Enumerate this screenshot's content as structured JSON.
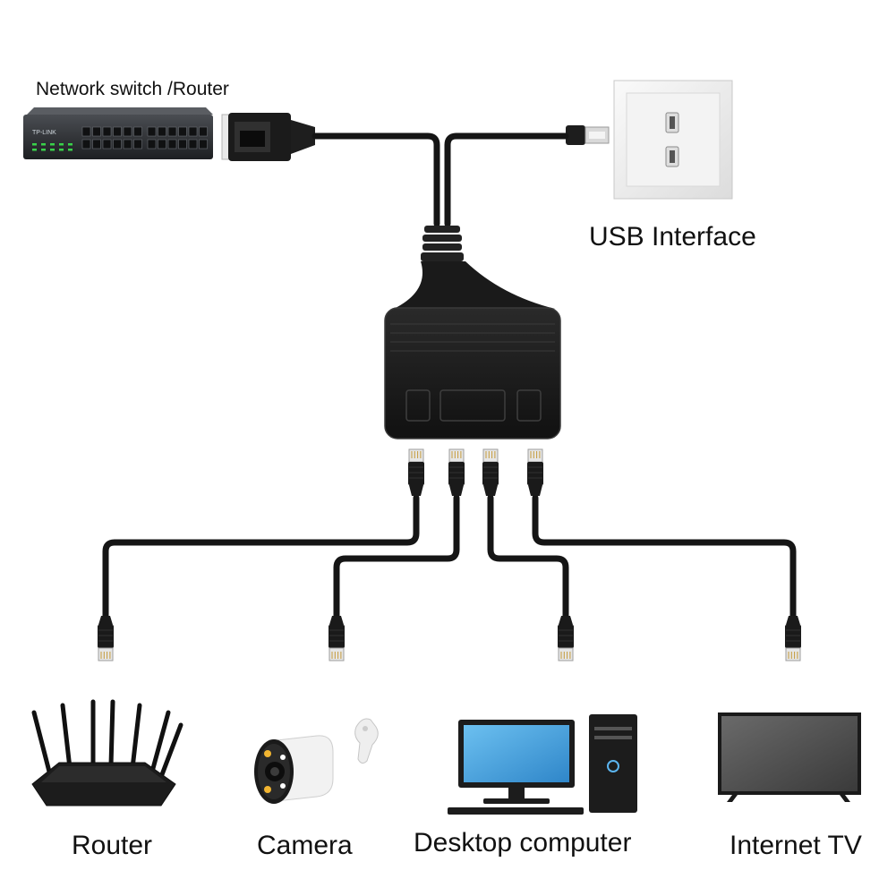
{
  "labels": {
    "network_switch": "Network switch /Router",
    "usb_interface": "USB Interface",
    "router": "Router",
    "camera": "Camera",
    "desktop": "Desktop computer",
    "tv": "Internet TV"
  },
  "switch_brand": "TP-LINK",
  "icons": {
    "switch": "network-switch-icon",
    "usb_socket": "usb-wall-socket-icon",
    "splitter": "ethernet-splitter-icon",
    "router": "wifi-router-icon",
    "camera": "security-camera-icon",
    "desktop": "desktop-computer-icon",
    "tv": "internet-tv-icon"
  },
  "colors": {
    "cable": "#151515",
    "device_body": "#1e1e1e",
    "screen_blue": "#4aa3e0",
    "text": "#111111"
  }
}
